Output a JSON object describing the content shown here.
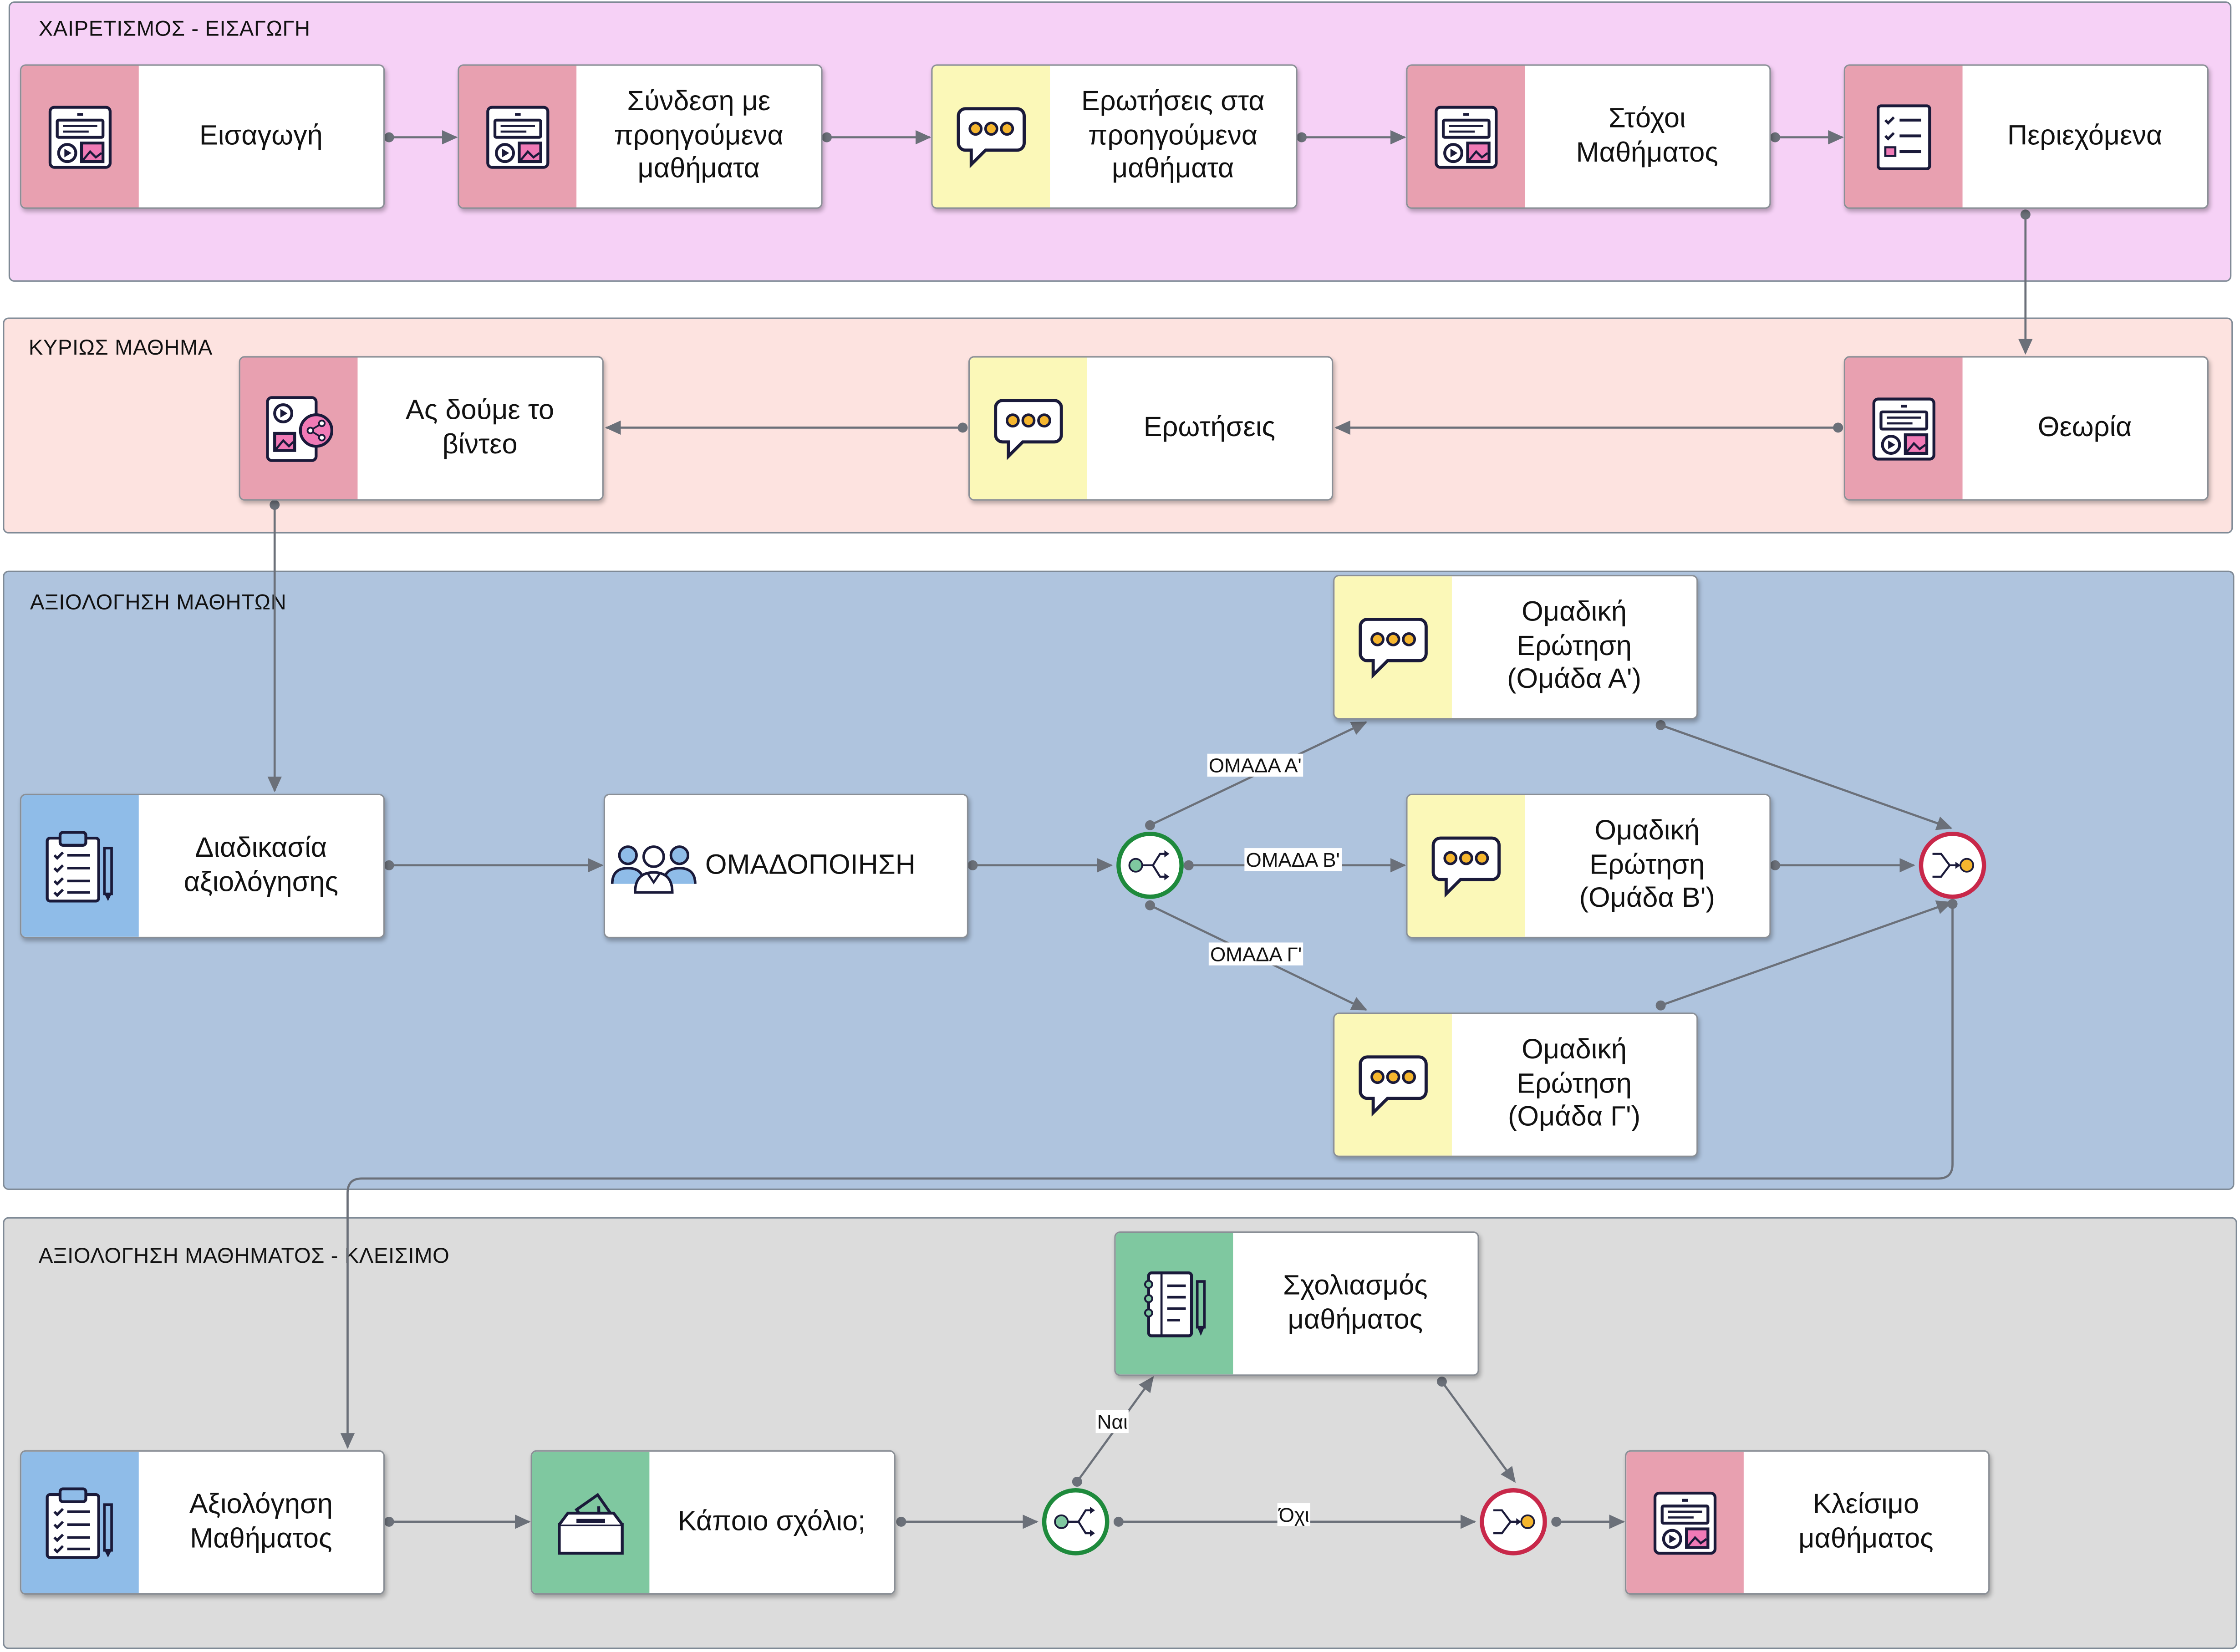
{
  "lanes": [
    {
      "id": "lane1",
      "title": "ΧΑΙΡΕΤΙΣΜΟΣ - ΕΙΣΑΓΩΓΗ",
      "color": "#f6d1f6"
    },
    {
      "id": "lane2",
      "title": "ΚΥΡΙΩΣ ΜΑΘΗΜΑ",
      "color": "#fde3e0"
    },
    {
      "id": "lane3",
      "title": "ΑΞΙΟΛΟΓΗΣΗ ΜΑΘΗΤΩΝ",
      "color": "#afc4de"
    },
    {
      "id": "lane4",
      "title": "ΑΞΙΟΛΟΓΗΣΗ ΜΑΘΗΜΑΤΟΣ - ΚΛΕΙΣΙΜΟ",
      "color": "#dcdcdc"
    }
  ],
  "nodes": {
    "eisagogi": {
      "label": "Εισαγωγή",
      "icon": "presentation-icon",
      "color": "#e8a0b0"
    },
    "syndesi": {
      "label": "Σύνδεση με\nπροηγούμενα\nμαθήματα",
      "icon": "presentation-icon",
      "color": "#e8a0b0"
    },
    "erotiseis_prev": {
      "label": "Ερωτήσεις στα\nπροηγούμενα\nμαθήματα",
      "icon": "chat-bubble-icon",
      "color": "#fbf8b8"
    },
    "stoxoi": {
      "label": "Στόχοι\nΜαθήματος",
      "icon": "presentation-icon",
      "color": "#e8a0b0"
    },
    "periexomena": {
      "label": "Περιεχόμενα",
      "icon": "checklist-icon",
      "color": "#e8a0b0"
    },
    "theoria": {
      "label": "Θεωρία",
      "icon": "presentation-icon",
      "color": "#e8a0b0"
    },
    "erotiseis": {
      "label": "Ερωτήσεις",
      "icon": "chat-bubble-icon",
      "color": "#fbf8b8"
    },
    "video": {
      "label": "Ας δούμε το\nβίντεο",
      "icon": "video-share-icon",
      "color": "#e8a0b0"
    },
    "diadikasia": {
      "label": "Διαδικασία\nαξιολόγησης",
      "icon": "clipboard-icon",
      "color": "#8fbce8"
    },
    "omadopoiisi": {
      "label": "ΟΜΑΔΟΠΟΙΗΣΗ",
      "icon": "group-icon",
      "color": "#ffffff"
    },
    "omada_a": {
      "label": "Ομαδική\nΕρώτηση\n(Ομάδα Α')",
      "icon": "chat-bubble-icon",
      "color": "#fbf8b8"
    },
    "omada_b": {
      "label": "Ομαδική\nΕρώτηση\n(Ομάδα Β')",
      "icon": "chat-bubble-icon",
      "color": "#fbf8b8"
    },
    "omada_g": {
      "label": "Ομαδική\nΕρώτηση\n(Ομάδα Γ')",
      "icon": "chat-bubble-icon",
      "color": "#fbf8b8"
    },
    "axiologisi": {
      "label": "Αξιολόγηση\nΜαθήματος",
      "icon": "clipboard-icon",
      "color": "#8fbce8"
    },
    "sxolio": {
      "label": "Κάποιο σχόλιο;",
      "icon": "ballot-box-icon",
      "color": "#7fc8a0"
    },
    "sxoliasmos": {
      "label": "Σχολιασμός\nμαθήματος",
      "icon": "notebook-icon",
      "color": "#7fc8a0"
    },
    "kleisimo": {
      "label": "Κλείσιμο\nμαθήματος",
      "icon": "presentation-icon",
      "color": "#e8a0b0"
    }
  },
  "edge_labels": {
    "omada_a": "ΟΜΑΔΑ Α'",
    "omada_b": "ΟΜΑΔΑ Β'",
    "omada_g": "ΟΜΑΔΑ Γ'",
    "nai": "Ναι",
    "oxi": "Όχι"
  },
  "gateways": {
    "split_color": "#1e8a3c",
    "merge_color": "#c8284a"
  }
}
